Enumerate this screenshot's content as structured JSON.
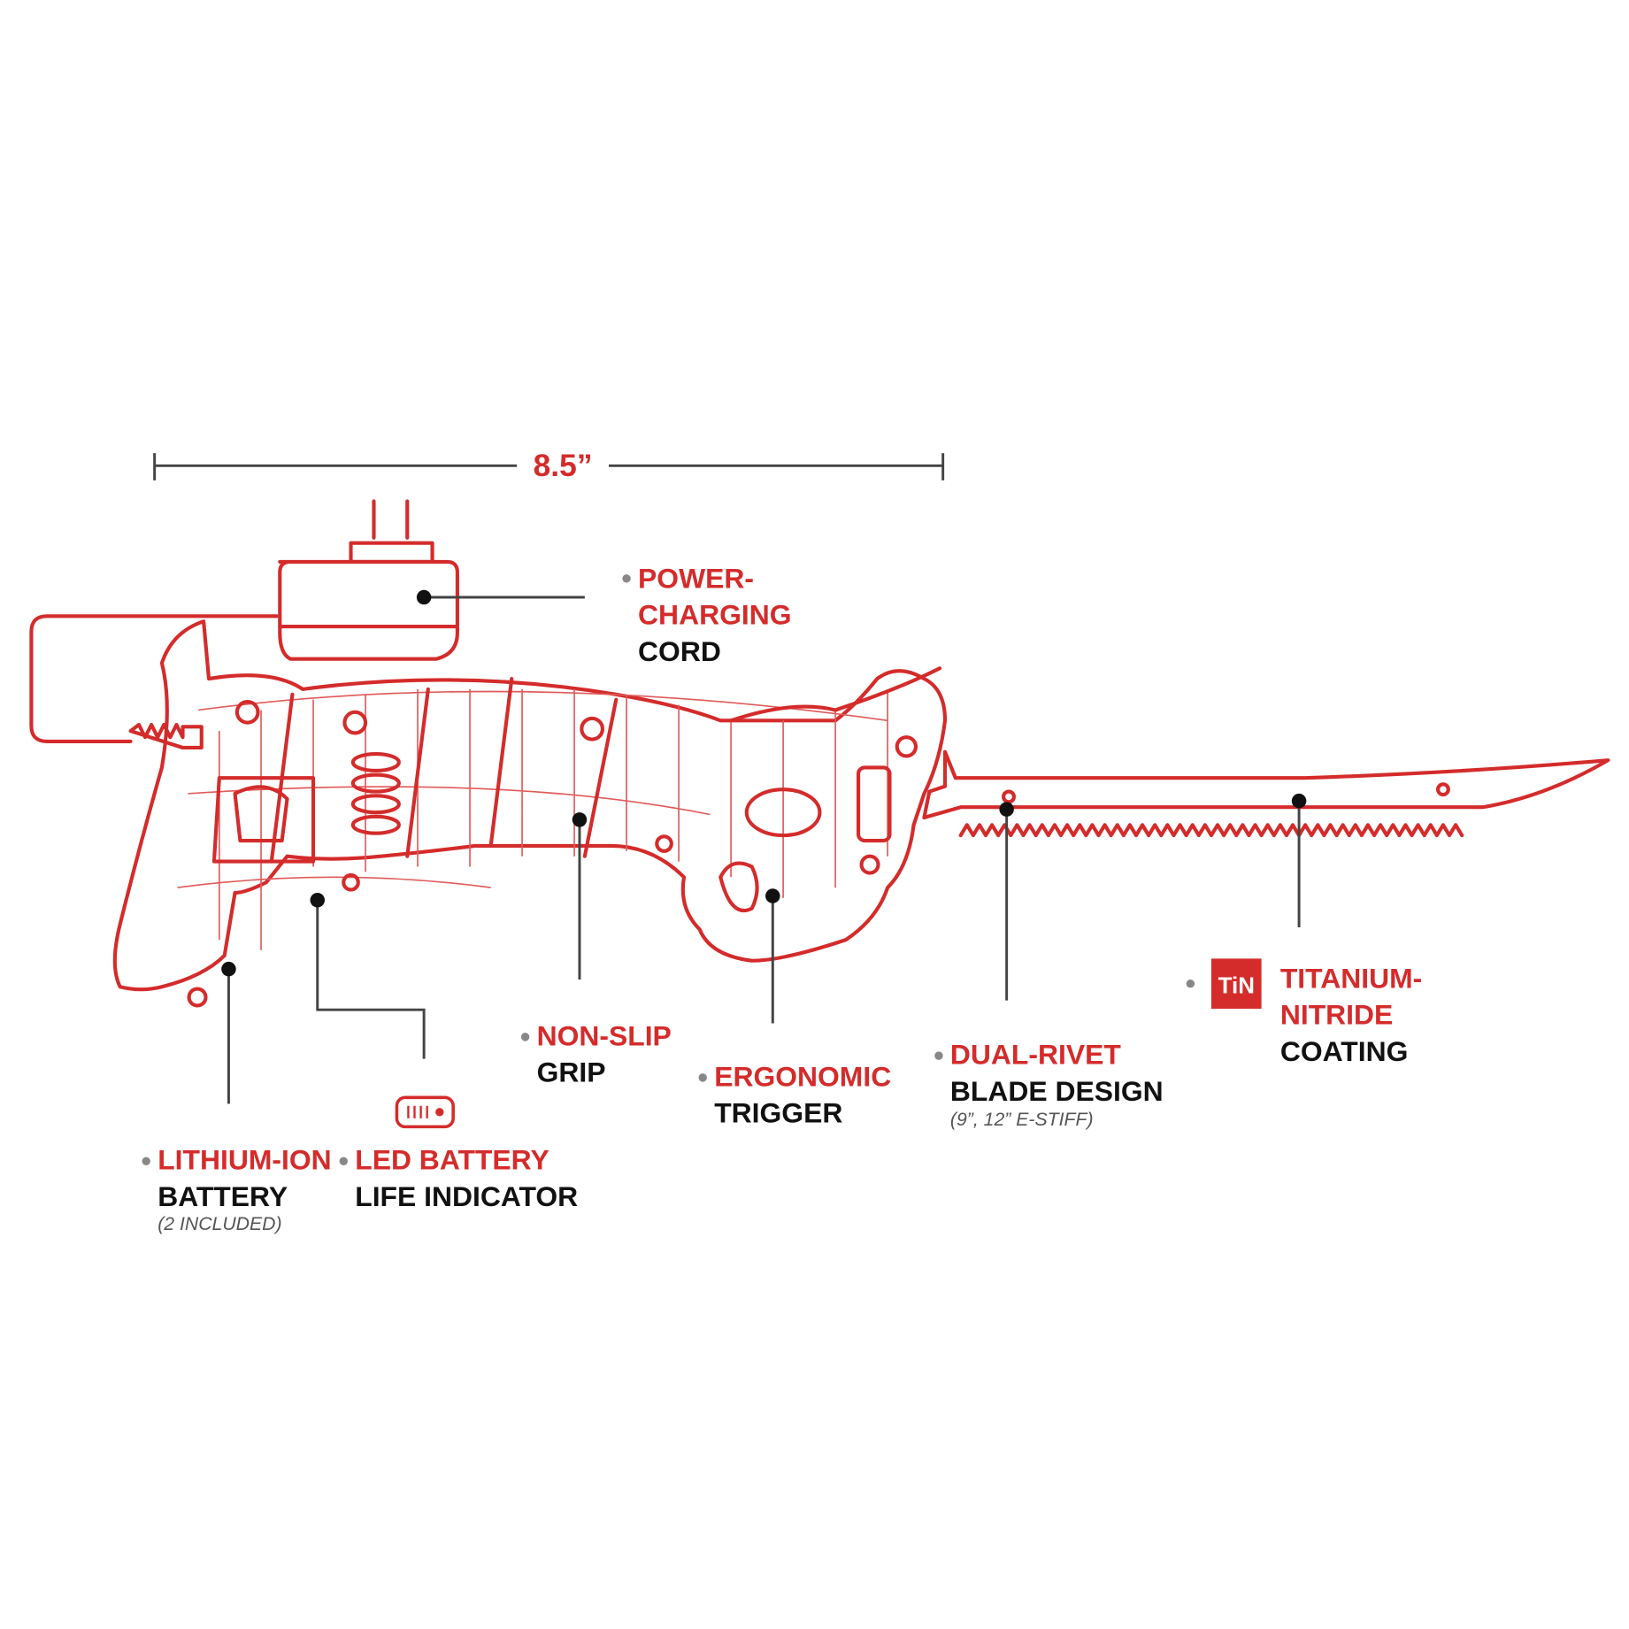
{
  "dimension": {
    "label": "8.5”"
  },
  "callouts": {
    "power": {
      "line1": "POWER-",
      "line2": "CHARGING",
      "line3": "CORD"
    },
    "lithium": {
      "line1": "LITHIUM-ION",
      "line2": "BATTERY",
      "note": "(2 INCLUDED)"
    },
    "led": {
      "line1": "LED BATTERY",
      "line2": "LIFE INDICATOR"
    },
    "grip": {
      "line1": "NON-SLIP",
      "line2": "GRIP"
    },
    "trigger": {
      "line1": "ERGONOMIC",
      "line2": "TRIGGER"
    },
    "rivet": {
      "line1": "DUAL-RIVET",
      "line2": "BLADE DESIGN",
      "note": "(9”, 12” E-STIFF)"
    },
    "tin": {
      "badge": "TiN",
      "line1": "TITANIUM-",
      "line2": "NITRIDE",
      "line3": "COATING"
    }
  },
  "colors": {
    "accent": "#d42b2b",
    "text": "#111111",
    "leader": "#444444"
  }
}
